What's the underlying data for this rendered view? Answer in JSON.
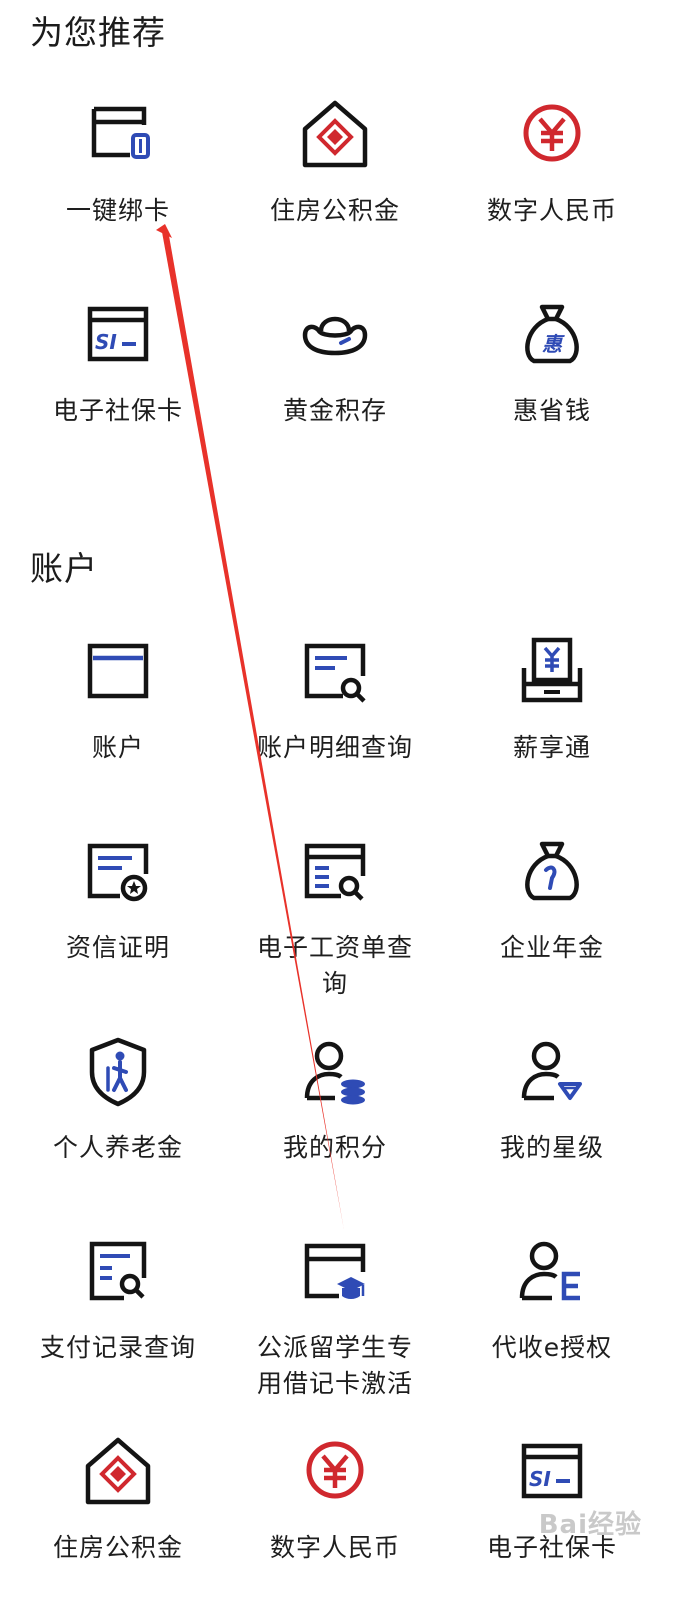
{
  "colors": {
    "accent_blue": "#2f4bb5",
    "accent_red": "#d0282e",
    "stroke": "#141414",
    "arrow": "#e8322a"
  },
  "sections": {
    "recommended": {
      "title": "为您推荐",
      "items": [
        {
          "label": "一键绑卡",
          "icon": "card-bind-icon"
        },
        {
          "label": "住房公积金",
          "icon": "housing-fund-icon"
        },
        {
          "label": "数字人民币",
          "icon": "digital-rmb-icon"
        },
        {
          "label": "电子社保卡",
          "icon": "social-security-card-icon"
        },
        {
          "label": "黄金积存",
          "icon": "gold-ingot-icon"
        },
        {
          "label": "惠省钱",
          "icon": "money-bag-hui-icon"
        }
      ]
    },
    "account": {
      "title": "账户",
      "items": [
        {
          "label": "账户",
          "icon": "account-card-icon"
        },
        {
          "label": "账户明细查询",
          "icon": "account-detail-search-icon"
        },
        {
          "label": "薪享通",
          "icon": "salary-icon"
        },
        {
          "label": "资信证明",
          "icon": "credit-certificate-icon"
        },
        {
          "label": "电子工资单查询",
          "icon": "payslip-search-icon"
        },
        {
          "label": "企业年金",
          "icon": "annuity-bag-icon"
        },
        {
          "label": "个人养老金",
          "icon": "pension-shield-icon"
        },
        {
          "label": "我的积分",
          "icon": "user-points-icon"
        },
        {
          "label": "我的星级",
          "icon": "user-star-level-icon"
        },
        {
          "label": "支付记录查询",
          "icon": "payment-record-search-icon"
        },
        {
          "label": "公派留学生专用借记卡激活",
          "icon": "student-card-activate-icon"
        },
        {
          "label": "代收e授权",
          "icon": "user-e-authorize-icon"
        },
        {
          "label": "住房公积金",
          "icon": "housing-fund-icon"
        },
        {
          "label": "数字人民币",
          "icon": "digital-rmb-icon"
        },
        {
          "label": "电子社保卡",
          "icon": "social-security-card-icon"
        }
      ]
    }
  },
  "watermark": "Bai经验"
}
